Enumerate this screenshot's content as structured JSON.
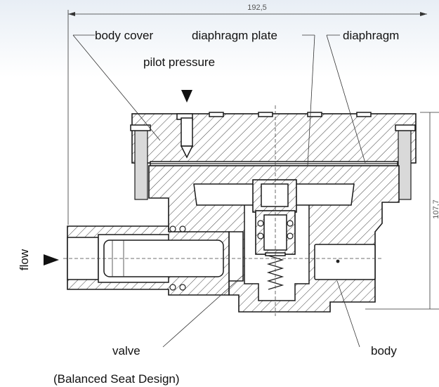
{
  "labels": {
    "body_cover": "body cover",
    "diaphragm_plate": "diaphragm plate",
    "diaphragm": "diaphragm",
    "pilot_pressure": "pilot pressure",
    "flow": "flow",
    "valve": "valve",
    "body": "body",
    "design_note": "(Balanced Seat Design)"
  },
  "dimensions": {
    "width": "192,5",
    "height": "107,7"
  },
  "colors": {
    "line": "#1a1a1a",
    "hatch": "#444444",
    "background": "#ffffff",
    "header_tint": "#e8eef5"
  }
}
